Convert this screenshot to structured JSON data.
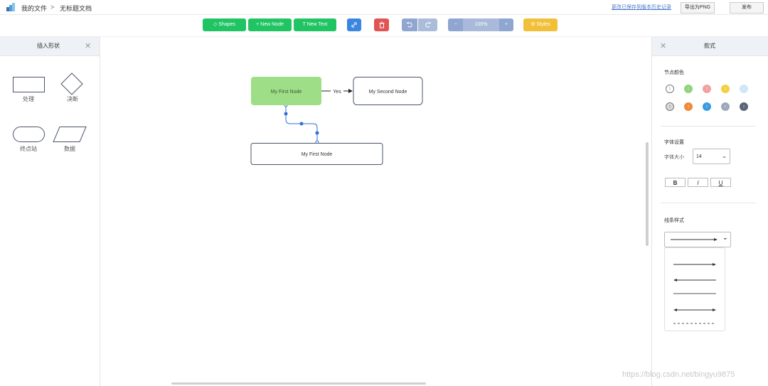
{
  "topbar": {
    "crumb_root": "我的文件",
    "crumb_sep": ">",
    "crumb_doc": "无标题文档",
    "saved_link": "更改已保存到版本历史记录",
    "export_btn": "导出为PNG",
    "publish_btn": "发布"
  },
  "toolbar": {
    "shapes": "Shapes",
    "new_node": "+ New Node",
    "new_text": "New Text",
    "zoom": "100%",
    "zoom_out": "−",
    "zoom_in": "+",
    "styles": "Styles"
  },
  "left_panel": {
    "title": "插入形状",
    "close": "✕",
    "shapes": [
      {
        "label": "处理"
      },
      {
        "label": "决断"
      },
      {
        "label": "终点站"
      },
      {
        "label": "数据"
      }
    ]
  },
  "canvas": {
    "node1": "My First Node",
    "node2": "My Second Node",
    "node3": "My First Node",
    "edge_label": "Yes"
  },
  "right_panel": {
    "title": "款式",
    "close": "✕",
    "node_color_title": "节点颜色",
    "node_colors": [
      "#ffffff",
      "#8fd37c",
      "#f2a0a0",
      "#f2d040",
      "#cfe6f7",
      "#d9d9d9",
      "#f08a3a",
      "#3a9be0",
      "#9ea8bb",
      "#5b6478"
    ],
    "font_section": "字体设置",
    "font_size_label": "字体大小",
    "font_size": "14",
    "bold": "B",
    "italic": "I",
    "underline": "U",
    "line_style_title": "线条样式"
  },
  "watermark": "https://blog.csdn.net/bingyu9875"
}
